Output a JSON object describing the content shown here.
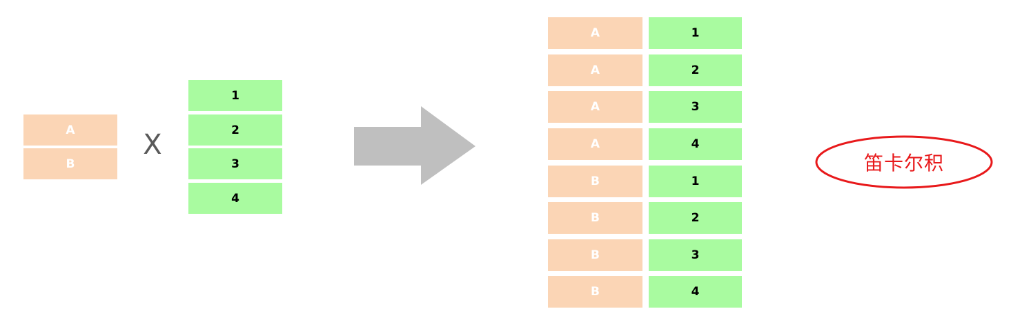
{
  "left_set": {
    "letters": [
      "A",
      "B"
    ],
    "numbers": [
      "1",
      "2",
      "3",
      "4"
    ]
  },
  "operator": "X",
  "result_rows": [
    {
      "letter": "A",
      "number": "1"
    },
    {
      "letter": "A",
      "number": "2"
    },
    {
      "letter": "A",
      "number": "3"
    },
    {
      "letter": "A",
      "number": "4"
    },
    {
      "letter": "B",
      "number": "1"
    },
    {
      "letter": "B",
      "number": "2"
    },
    {
      "letter": "B",
      "number": "3"
    },
    {
      "letter": "B",
      "number": "4"
    }
  ],
  "label": "笛卡尔积",
  "colors": {
    "letter_cell": "#fbd5b5",
    "number_cell": "#a9fba0",
    "arrow": "#bfbfbf",
    "label": "#e8191b"
  },
  "icons": {
    "arrow": "right-arrow-icon"
  }
}
